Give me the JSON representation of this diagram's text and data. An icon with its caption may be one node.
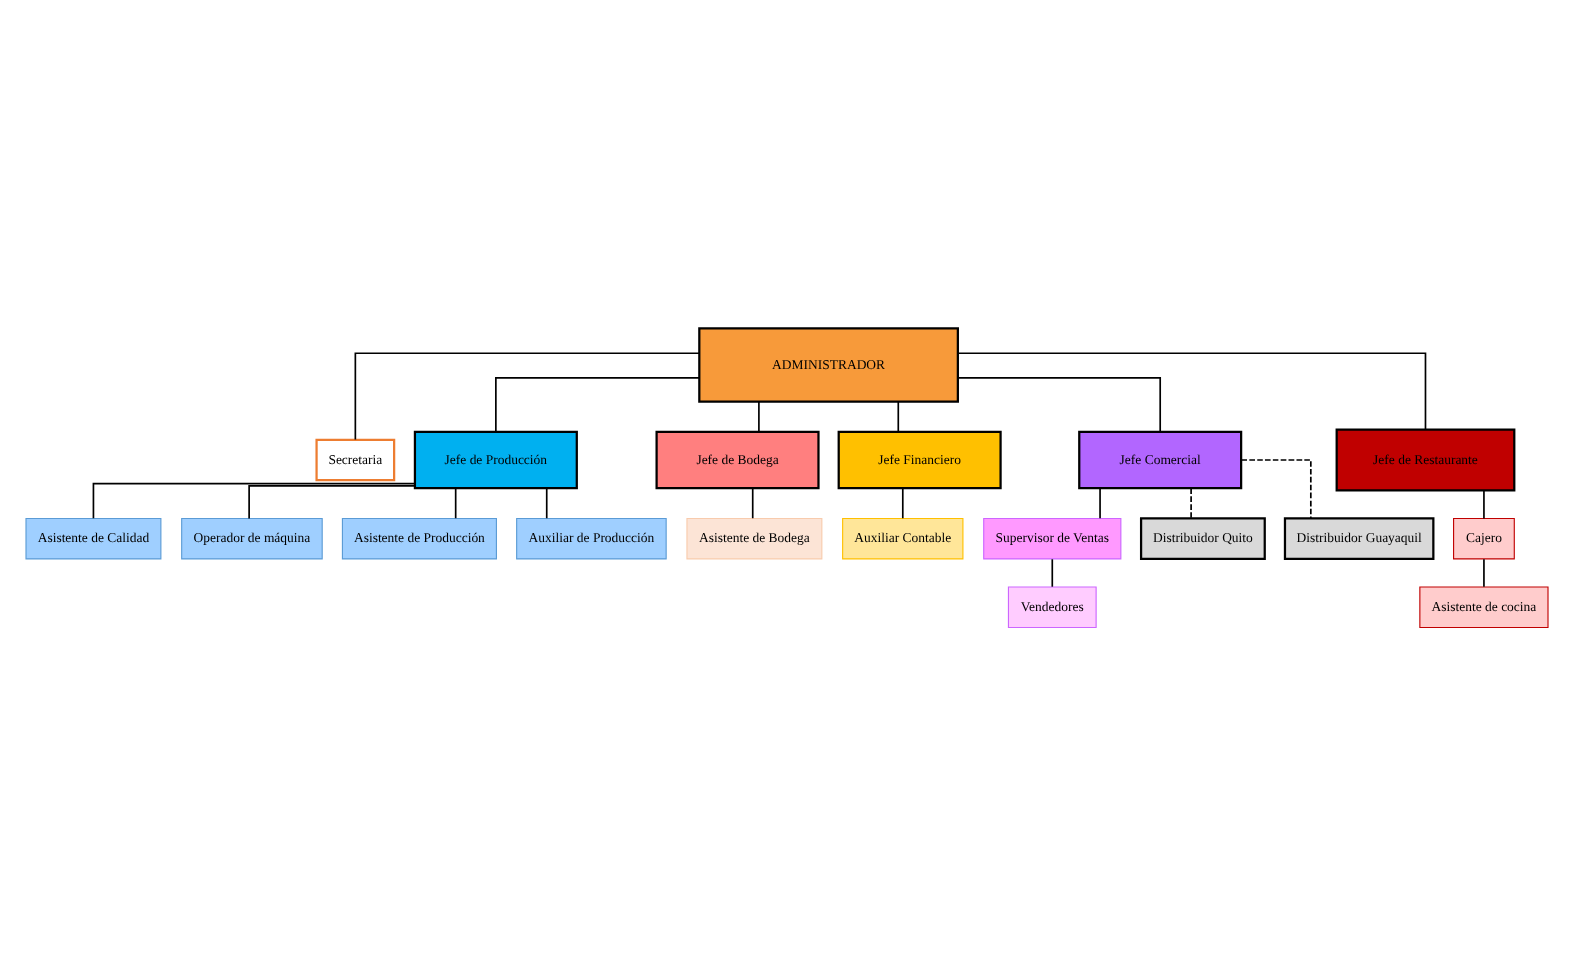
{
  "diagram": {
    "nodes": [
      {
        "text": [
          "ADMINISTRADOR"
        ]
      },
      {
        "text": [
          "Secretaria"
        ]
      },
      {
        "text": [
          "Jefe de Producción"
        ]
      },
      {
        "text": [
          "Jefe de Bodega"
        ]
      },
      {
        "text": [
          "Jefe Financiero"
        ]
      },
      {
        "text": [
          "Jefe Comercial"
        ]
      },
      {
        "text": [
          "Asistente de Calidad"
        ]
      },
      {
        "text": [
          "Operador de máquina"
        ]
      },
      {
        "text": [
          "Asistente de Producción"
        ]
      },
      {
        "text": [
          "Auxiliar de Producción"
        ]
      },
      {
        "text": [
          "Asistente de Bodega"
        ]
      },
      {
        "text": [
          "Auxiliar Contable"
        ]
      },
      {
        "text": [
          "Jefe de Restaurante"
        ]
      },
      {
        "text": [
          "Cajero"
        ]
      },
      {
        "text": [
          "Asistente de cocina"
        ]
      },
      {
        "text": [
          "Supervisor de Ventas"
        ]
      },
      {
        "text": [
          "Vendedores"
        ]
      },
      {
        "text": [
          "Distribuidor Quito"
        ]
      },
      {
        "text": [
          "Distribuidor Guayaquil"
        ]
      }
    ],
    "edges": [
      {
        "from": 0,
        "to": 1,
        "arrow": "none"
      },
      {
        "from": 0,
        "to": 2,
        "arrow": "none"
      },
      {
        "from": 0,
        "to": 3,
        "arrow": "none"
      },
      {
        "from": 0,
        "to": 12,
        "arrow": "none"
      },
      {
        "from": 0,
        "to": 4,
        "arrow": "none"
      },
      {
        "from": 0,
        "to": 5,
        "arrow": "none"
      },
      {
        "from": 2,
        "to": 6,
        "arrow": "none"
      },
      {
        "from": 2,
        "to": 7,
        "arrow": "none"
      },
      {
        "from": 2,
        "to": 8,
        "arrow": "none"
      },
      {
        "from": 2,
        "to": 9,
        "arrow": "none"
      },
      {
        "from": 3,
        "to": 10,
        "arrow": "none"
      },
      {
        "from": 4,
        "to": 11,
        "arrow": "none"
      },
      {
        "from": 12,
        "to": 13,
        "arrow": "none"
      },
      {
        "from": 13,
        "to": 14,
        "arrow": "none"
      },
      {
        "from": 5,
        "to": 15,
        "arrow": "none"
      },
      {
        "from": 15,
        "to": 16,
        "arrow": "none"
      },
      {
        "from": 5,
        "to": 17,
        "arrow": "none",
        "style": "dashed"
      },
      {
        "from": 5,
        "to": 18,
        "arrow": "none",
        "style": "dashed"
      }
    ]
  }
}
